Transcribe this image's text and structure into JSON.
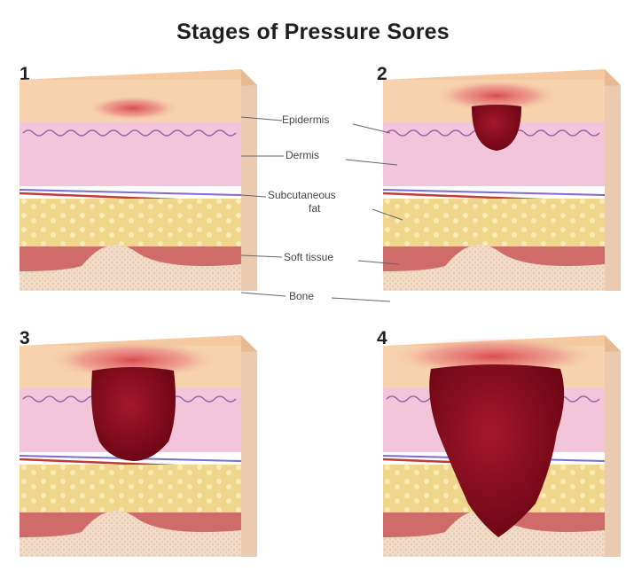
{
  "title": "Stages of Pressure Sores",
  "stages": [
    {
      "number": "1"
    },
    {
      "number": "2"
    },
    {
      "number": "3"
    },
    {
      "number": "4"
    }
  ],
  "labels": {
    "epidermis": "Epidermis",
    "dermis": "Dermis",
    "subcutaneous_line1": "Subcutaneous",
    "subcutaneous_line2": "fat",
    "soft_tissue": "Soft tissue",
    "bone": "Bone"
  },
  "colors": {
    "epidermis_top": "#f7d0a7",
    "dermis": "#f1c1d8",
    "fat": "#f0d98b",
    "muscle": "#cf6b68",
    "bone": "#f3dccb",
    "wound": "#8b0a1a",
    "redness": "#d9434b"
  }
}
